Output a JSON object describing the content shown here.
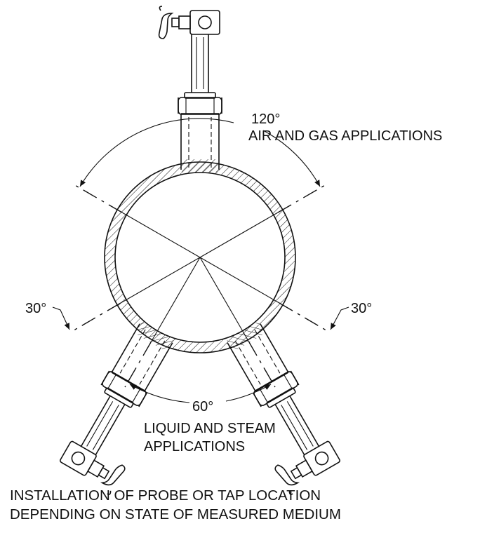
{
  "diagram": {
    "labels": {
      "top_angle": "120°",
      "top_text": "AIR AND GAS APPLICATIONS",
      "left_angle": "30°",
      "right_angle": "30°",
      "bottom_angle": "60°",
      "bottom_text_line1": "LIQUID AND STEAM",
      "bottom_text_line2": "APPLICATIONS"
    },
    "caption": {
      "line1": "INSTALLATION OF PROBE OR TAP LOCATION",
      "line2": "DEPENDING ON STATE OF MEASURED MEDIUM"
    },
    "colors": {
      "ink": "#111111",
      "background": "#ffffff"
    }
  }
}
